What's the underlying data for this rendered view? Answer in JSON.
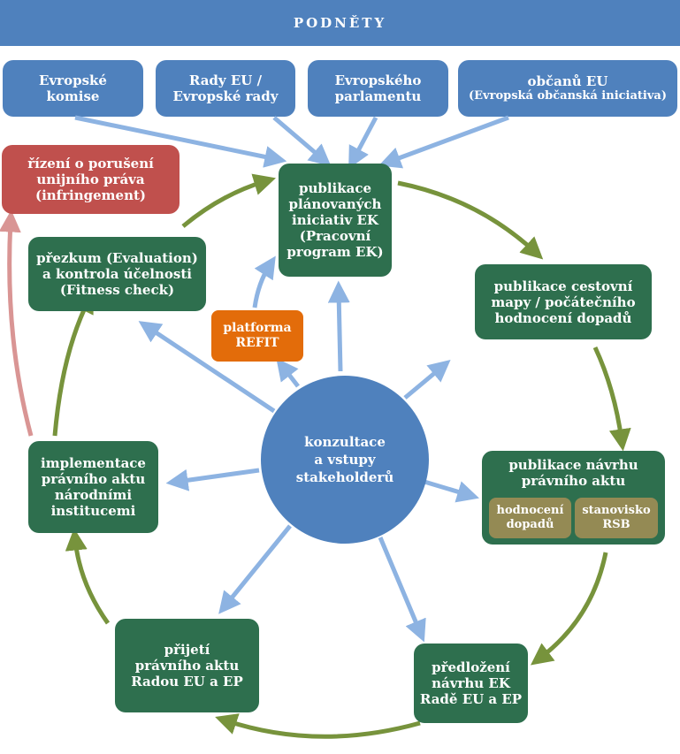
{
  "header": {
    "title": "PODNĚTY"
  },
  "sources": [
    {
      "label": "Evropské\nkomise"
    },
    {
      "label": "Rady EU /\nEvropské rady"
    },
    {
      "label": "Evropského\nparlamentu"
    },
    {
      "label": "občanů EU",
      "sublabel": "(Evropská občanská iniciativa)"
    }
  ],
  "cycle": {
    "work_programme": "publikace\nplánovaných\niniciativ EK\n(Pracovní\nprogram EK)",
    "roadmap": "publikace cestovní\nmapy / počátečního\nhodnocení dopadů",
    "proposal": {
      "label": "publikace návrhu\nprávního aktu",
      "items": [
        "hodnocení\ndopadů",
        "stanovisko\nRSB"
      ]
    },
    "submission": "předložení\nnávrhu EK\nRadě EU a EP",
    "adoption": "přijetí\nprávního aktu\nRadou EU a EP",
    "implementation": "implementace\nprávního aktu\nnárodními\ninstitucemi",
    "evaluation": "přezkum (Evaluation)\na kontrola účelnosti\n(Fitness check)"
  },
  "infringement": "řízení o porušení\nunijního práva\n(infringement)",
  "refit": "platforma\nREFIT",
  "consultation": "konzultace\na vstupy\nstakeholderů",
  "colors": {
    "blue": "#4f81bd",
    "green": "#2e6f4e",
    "red": "#c0504d",
    "orange": "#e36c0a",
    "olive": "#948a54",
    "arrow_blue": "#8db3e2",
    "arrow_green": "#77933c",
    "arrow_pink": "#d99594"
  }
}
